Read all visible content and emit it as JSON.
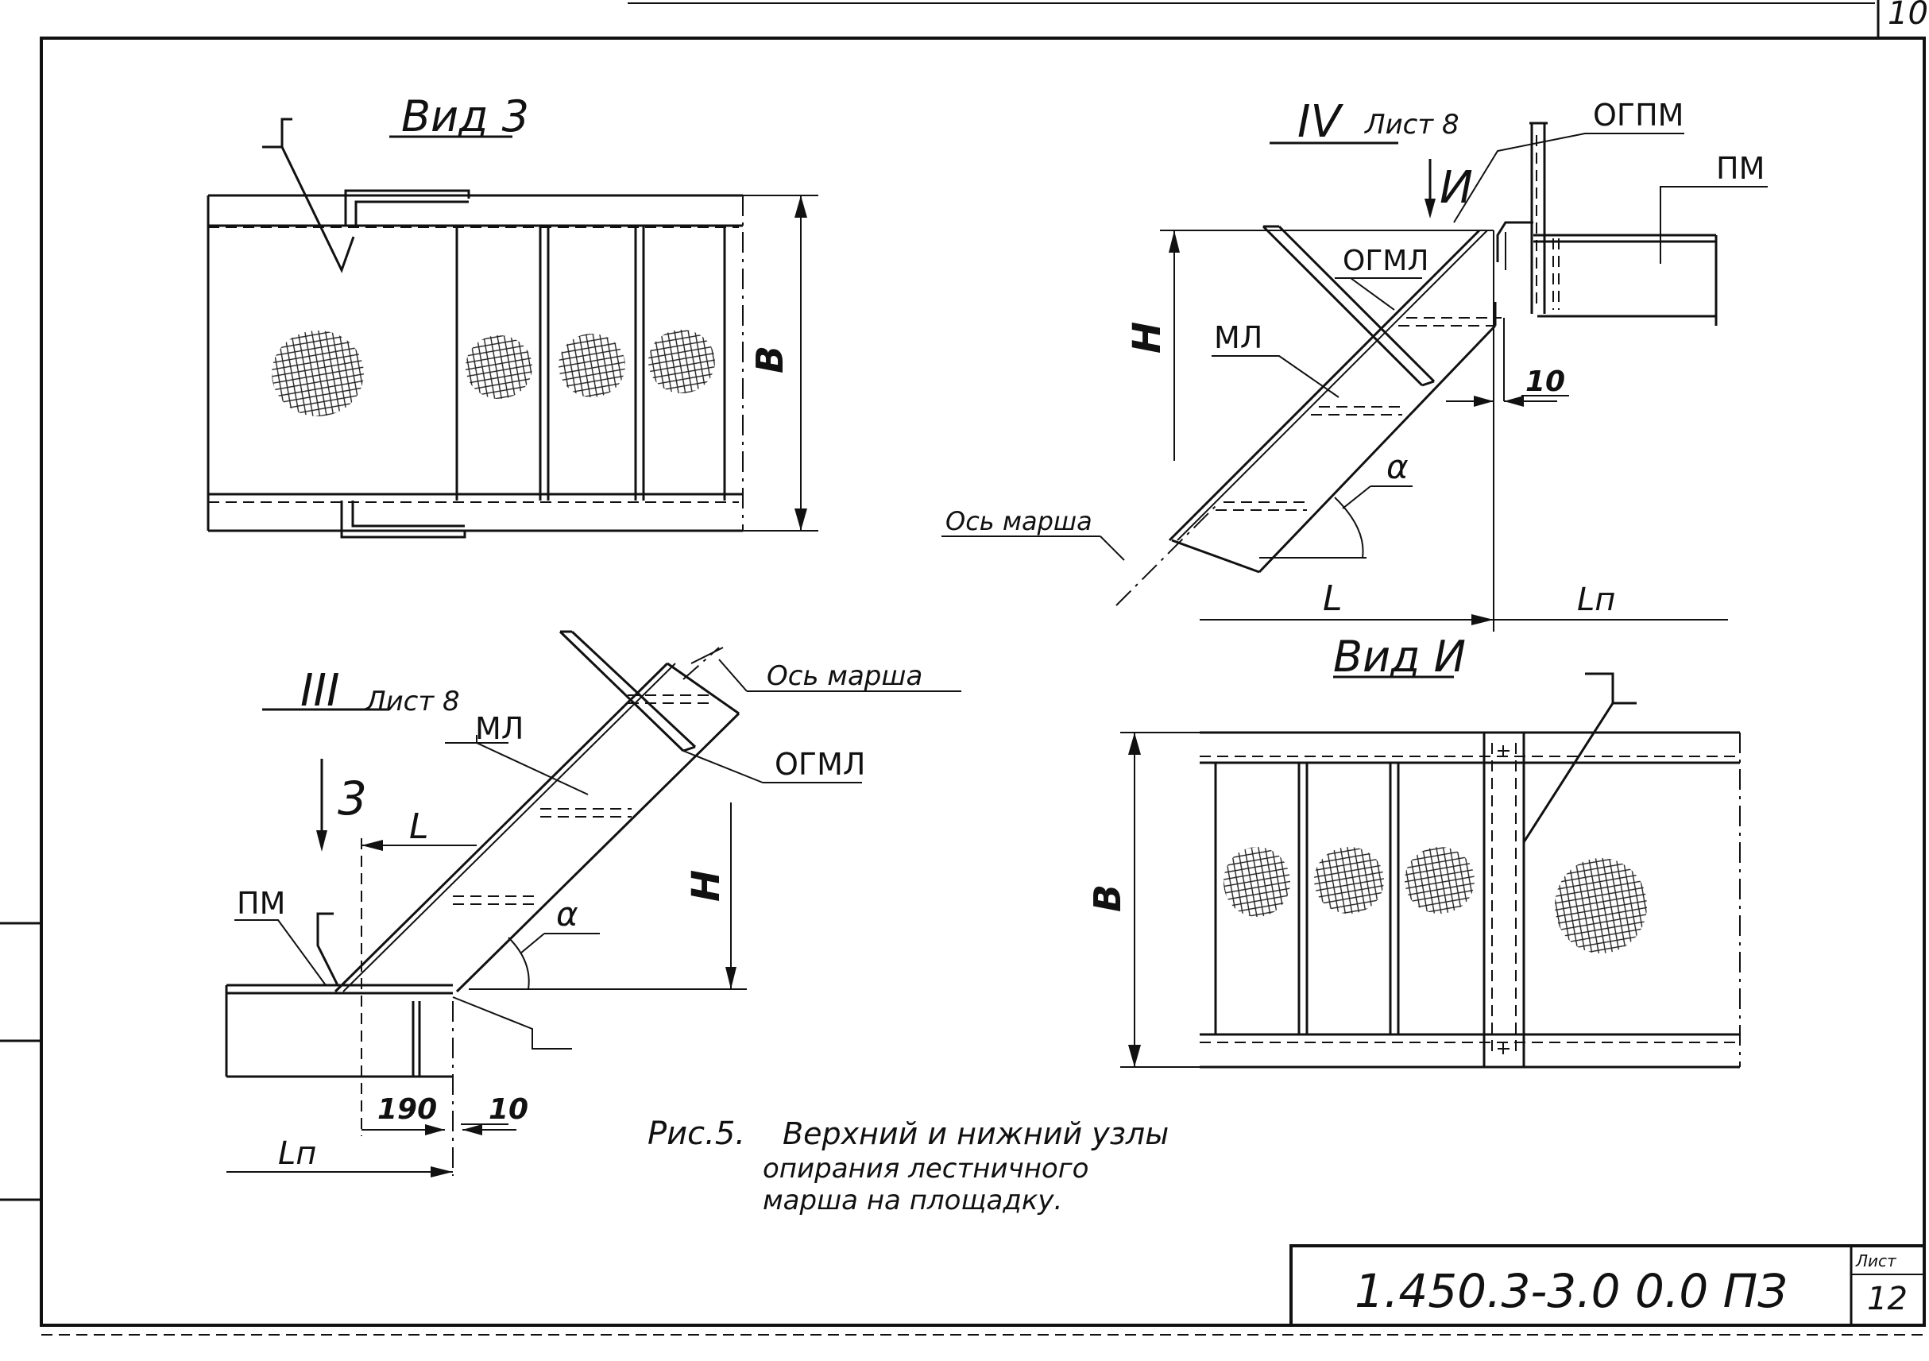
{
  "sheet": {
    "corner_number": "10",
    "designation": "1.450.3-3.0 0.0 ПЗ",
    "list_label": "Лист",
    "list_number": "12"
  },
  "view_z": {
    "title": "Вид 3",
    "dim_b": "В"
  },
  "node_iv": {
    "title_numeral": "IV",
    "title_ref": "Лист 8",
    "view_mark": "И",
    "label_ogpm": "ОГПМ",
    "label_pm": "ПМ",
    "label_ogml": "ОГМЛ",
    "label_ml": "МЛ",
    "dim_h": "Н",
    "dim_10": "10",
    "angle": "α",
    "axis_label": "Ось марша",
    "dim_l": "L",
    "dim_ln": "Lп"
  },
  "node_iii": {
    "title_numeral": "III",
    "title_ref": "Лист 8",
    "view_mark": "3",
    "label_ml": "МЛ",
    "label_pm": "ПМ",
    "label_ogml": "ОГМЛ",
    "axis_label": "Ось марша",
    "dim_l": "L",
    "dim_h": "Н",
    "angle": "α",
    "dim_190": "190",
    "dim_10": "10",
    "dim_ln": "Lп"
  },
  "view_i": {
    "title": "Вид И",
    "dim_b": "В"
  },
  "caption": {
    "label": "Рис.5.",
    "line1": "Верхний и нижний узлы",
    "line2": "опирания лестничного",
    "line3": "марша на площадку."
  }
}
